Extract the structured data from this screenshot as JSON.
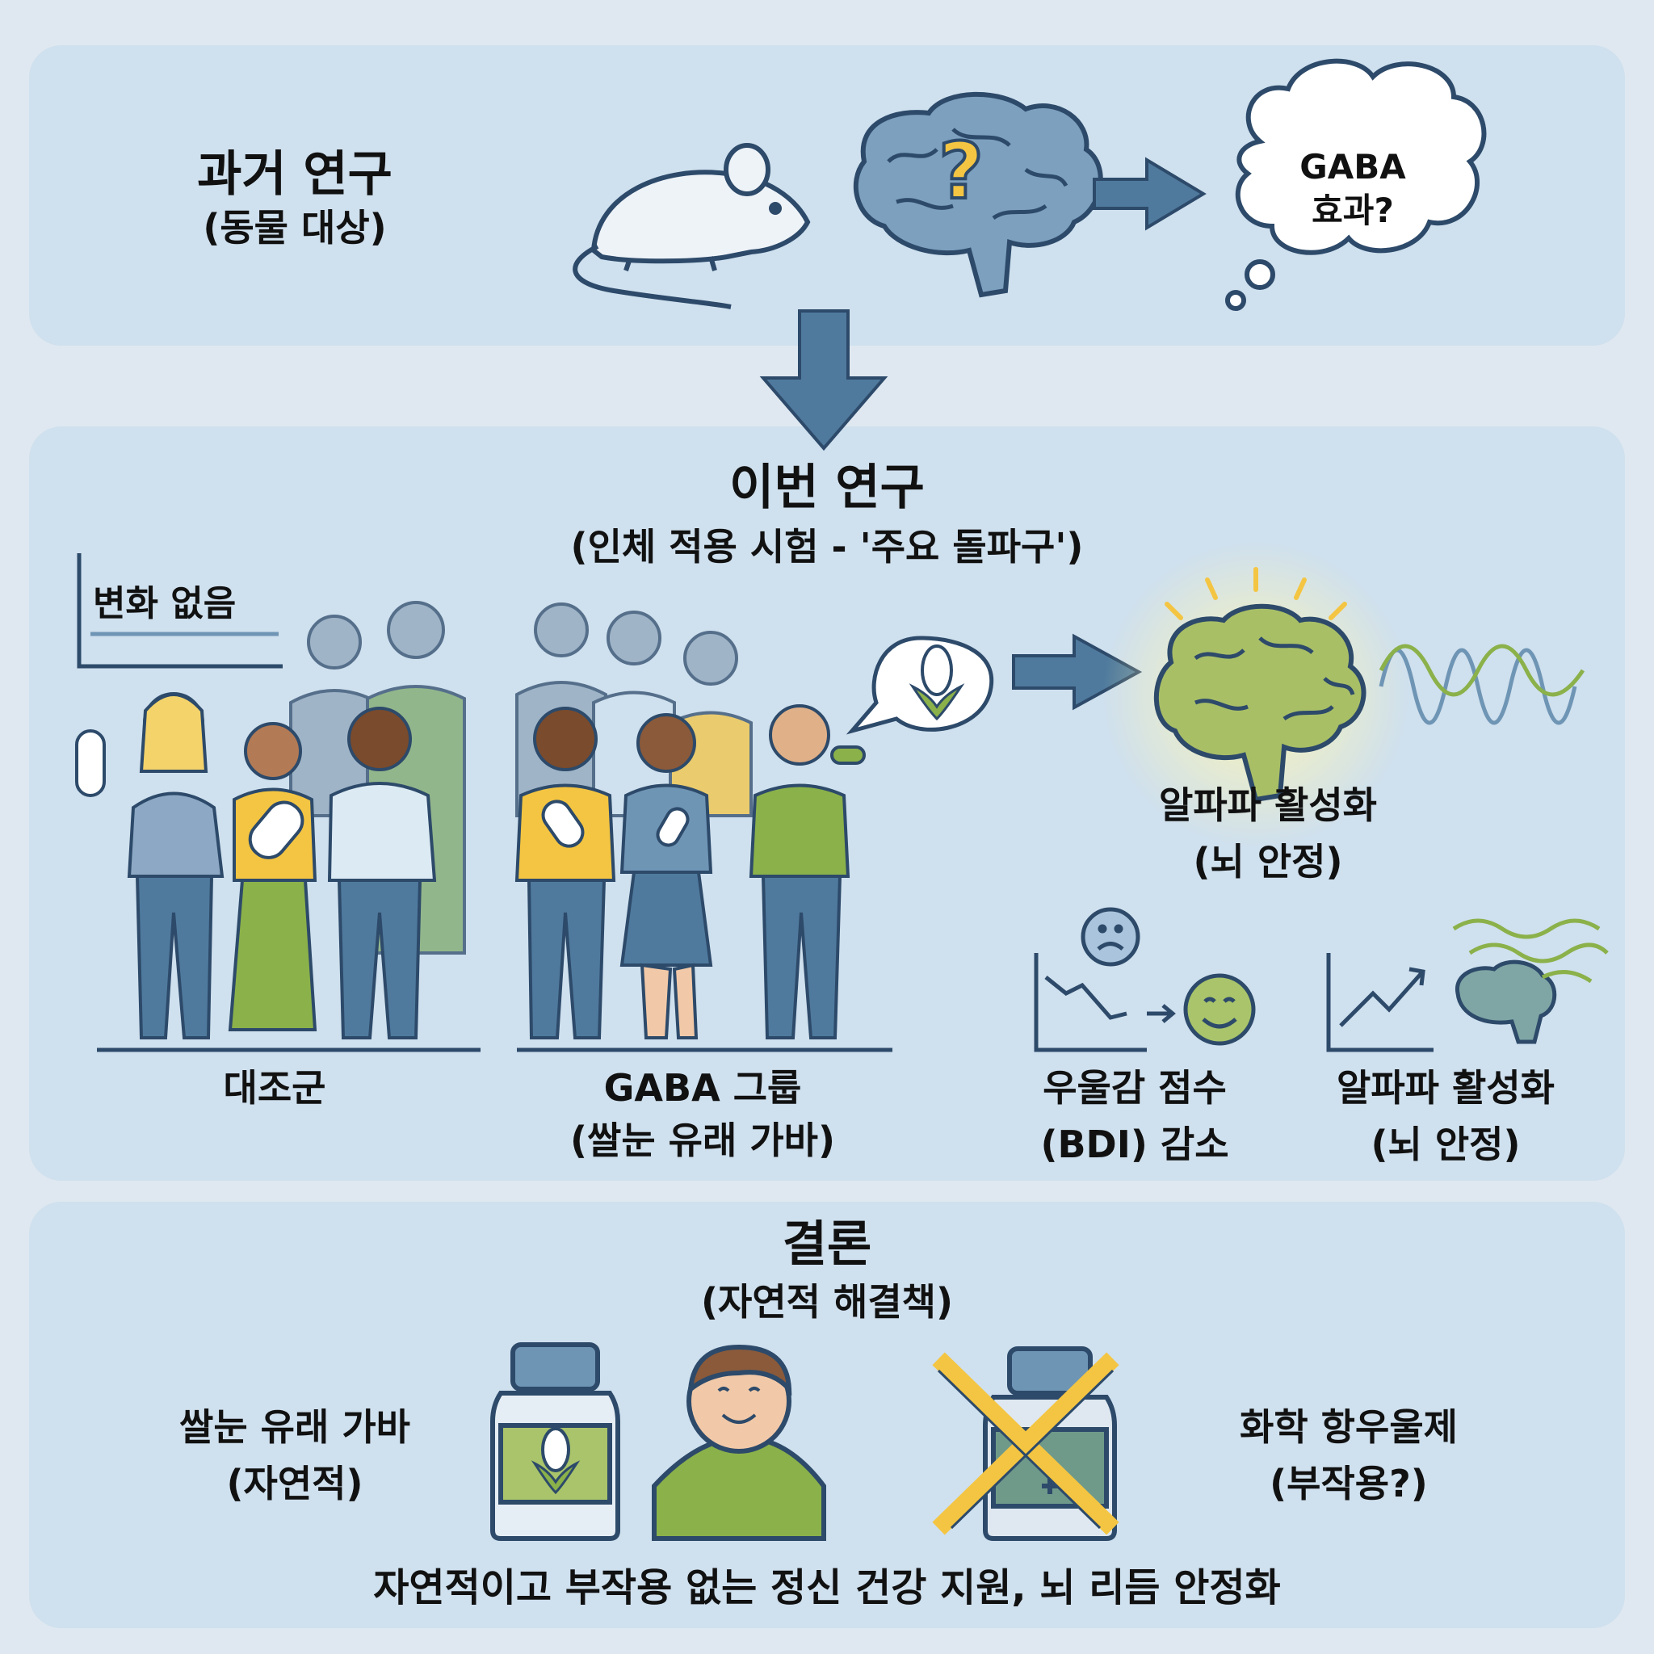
{
  "past": {
    "title": "과거 연구",
    "subtitle": "(동물 대상)",
    "thought": "GABA\n효과?",
    "brain_mark": "?"
  },
  "current": {
    "title": "이번 연구",
    "subtitle": "(인체 적용 시험 - '주요 돌파구')",
    "no_change": "변화 없음",
    "control_label": "대조군",
    "gaba_label": "GABA 그룹",
    "gaba_sub": "(쌀눈 유래 가바)",
    "alpha_label": "알파파 활성화",
    "alpha_sub": "(뇌 안정)",
    "bdi_label": "우울감 점수",
    "bdi_sub": "(BDI) 감소",
    "alpha2_label": "알파파 활성화",
    "alpha2_sub": "(뇌 안정)"
  },
  "conclusion": {
    "title": "결론",
    "subtitle": "(자연적 해결책)",
    "left_label": "쌀눈 유래 가바",
    "left_sub": "(자연적)",
    "right_label": "화학 항우울제",
    "right_sub": "(부작용?)",
    "footer": "자연적이고 부작용 없는 정신 건강 지원, 뇌 리듬 안정화"
  },
  "colors": {
    "panel": "#cfe0ee",
    "background": "#dfe8f0",
    "arrow": "#4f7a9d",
    "brain": "#6f95b5",
    "yellow": "#f4c542",
    "green": "#8bb14a",
    "navy": "#2d4a6a"
  },
  "icons": [
    "mouse-icon",
    "brain-icon",
    "thought-cloud-icon",
    "rice-grain-icon",
    "smile-face-icon",
    "sad-face-icon",
    "bottle-icon"
  ]
}
